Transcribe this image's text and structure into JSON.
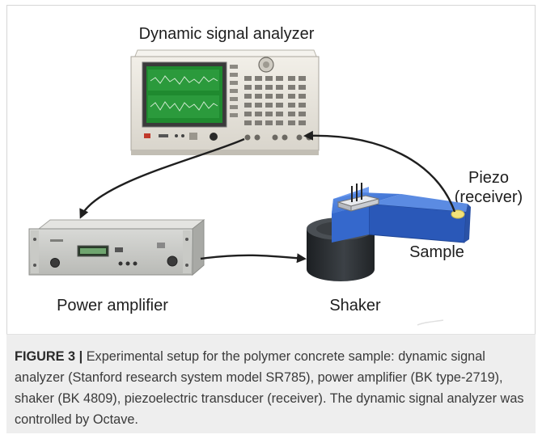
{
  "labels": {
    "dynamic_signal_analyzer": "Dynamic signal analyzer",
    "power_amplifier": "Power amplifier",
    "shaker": "Shaker",
    "sample": "Sample",
    "piezo_line1": "Piezo",
    "piezo_line2": "(receiver)"
  },
  "caption": {
    "label": "FIGURE 3 |",
    "text": " Experimental setup for the polymer concrete sample: dynamic signal analyzer (Stanford research system model SR785), power amplifier (BK type-2719), shaker (BK 4809), piezoelectric transducer (receiver). The dynamic signal analyzer was controlled by Octave."
  },
  "colors": {
    "sample_blue": "#2f63c8",
    "shaker_dark": "#2b2f33",
    "instrument_beige": "#e8e4dc",
    "screen_green": "#1a7a2a",
    "arrow": "#1f1f1f"
  }
}
